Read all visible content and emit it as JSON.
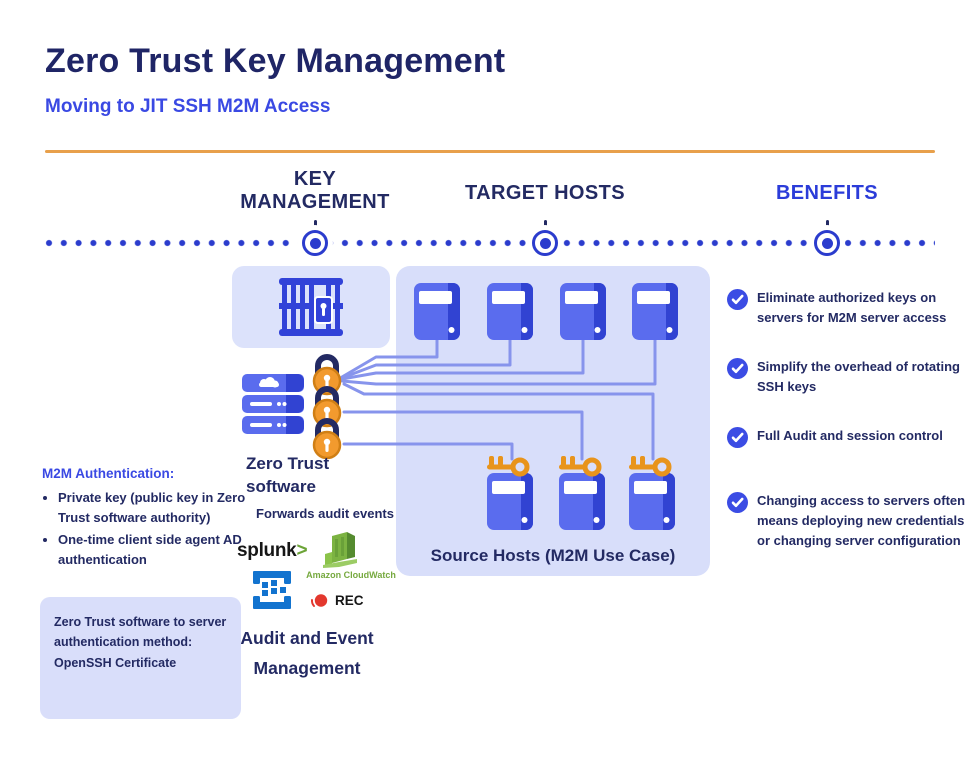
{
  "header": {
    "title": "Zero Trust Key Management",
    "subtitle": "Moving to JIT SSH M2M Access"
  },
  "columns": {
    "key_management": "KEY MANAGEMENT",
    "target_hosts": "TARGET HOSTS",
    "benefits": "BENEFITS"
  },
  "key_management": {
    "software_label": "Zero Trust software",
    "forwards_label": "Forwards audit events",
    "audit_title": "Audit and Event Management",
    "logos": {
      "splunk": "splunk",
      "splunk_chevron": ">",
      "cloudwatch": "Amazon CloudWatch",
      "rec": "REC"
    }
  },
  "hosts": {
    "source_label": "Source Hosts (M2M Use Case)",
    "target_count": 4,
    "source_count": 3
  },
  "benefits": {
    "items": [
      "Eliminate authorized keys on servers for M2M server access",
      "Simplify the overhead of rotating SSH keys",
      "Full Audit and session control",
      "Changing access to servers often means deploying new credentials or changing server configuration"
    ]
  },
  "left_panel": {
    "heading": "M2M Authentication:",
    "bullets": [
      "Private key (public key in Zero Trust software authority)",
      "One-time client side agent AD authentication"
    ],
    "note": "Zero Trust software to server authentication method: OpenSSH Certificate"
  },
  "colors": {
    "navy": "#232A63",
    "accent_blue": "#3A49E3",
    "dot_blue": "#2B3CCD",
    "lavender": "#D8DEFA",
    "icon_blue": "#5A6CEE",
    "icon_blue_dark": "#3143D2",
    "line_blue": "#8794EC",
    "divider_orange": "#E8A04B",
    "lock_orange": "#F29A2E",
    "key_orange": "#E8941C",
    "splunk_green": "#6CA437",
    "cloudwatch_green": "#76A93F",
    "rec_red": "#E3382E"
  }
}
